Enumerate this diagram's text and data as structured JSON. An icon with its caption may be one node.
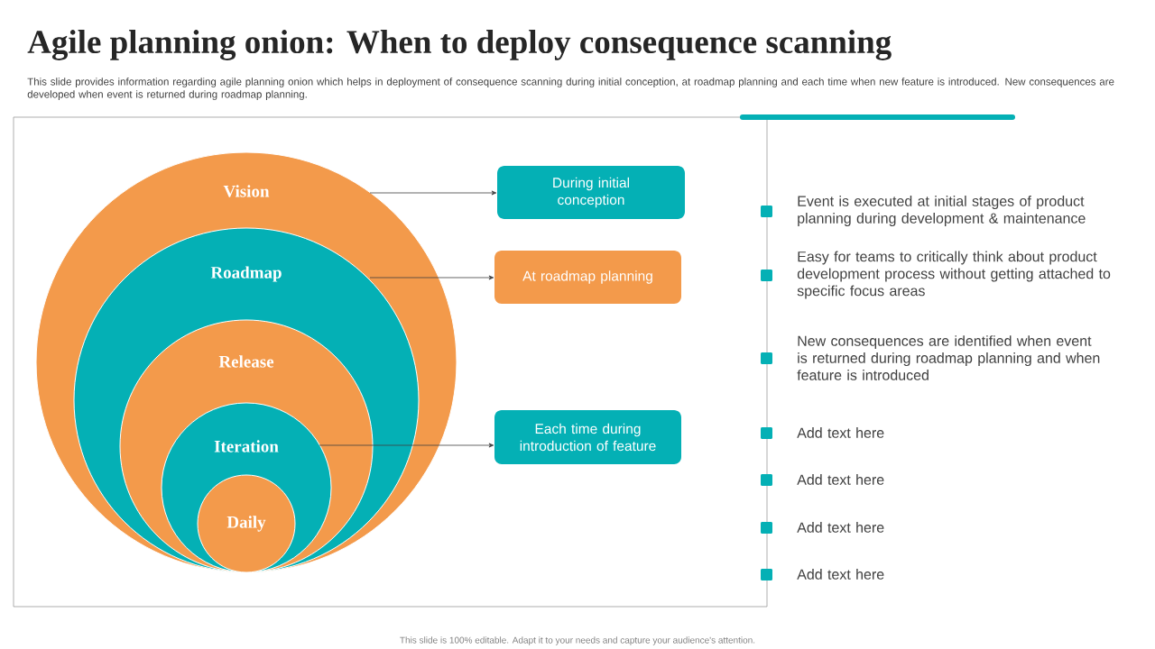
{
  "diagram": {
    "title": "Agile planning onion: When to deploy consequence scanning",
    "nodes": [
      {
        "text": [
          "Vision"
        ]
      },
      {
        "text": [
          "Roadmap"
        ],
        "in": 0
      },
      {
        "text": [
          "Release"
        ],
        "in": 1
      },
      {
        "text": [
          "Iteration"
        ],
        "in": 2
      },
      {
        "text": [
          "Daily"
        ],
        "in": 3
      },
      {
        "text": [
          "During initial conception"
        ]
      },
      {
        "text": [
          "At roadmap planning"
        ]
      },
      {
        "text": [
          "Each time during introduction of feature"
        ]
      }
    ],
    "edges": [
      {
        "from": 0,
        "to": 5,
        "arrow": "to"
      },
      {
        "from": 1,
        "to": 6,
        "arrow": "to"
      },
      {
        "from": 3,
        "to": 7,
        "arrow": "to"
      }
    ],
    "labels": [
      "This slide provides information regarding agile planning onion which helps in deployment of consequence scanning during initial conception, at roadmap planning and each time when new feature is introduced. New consequences are developed when event is returned during roadmap planning.",
      "Event is executed at initial stages of product planning during development & maintenance",
      "Easy for teams to critically think about product development process without getting attached to specific focus areas",
      "New consequences are identified when event is returned during roadmap planning and when feature is introduced",
      "Add text here",
      "Add text here",
      "Add text here",
      "Add text here",
      "This slide is 100% editable. Adapt it to your needs and capture your audience's attention."
    ]
  }
}
